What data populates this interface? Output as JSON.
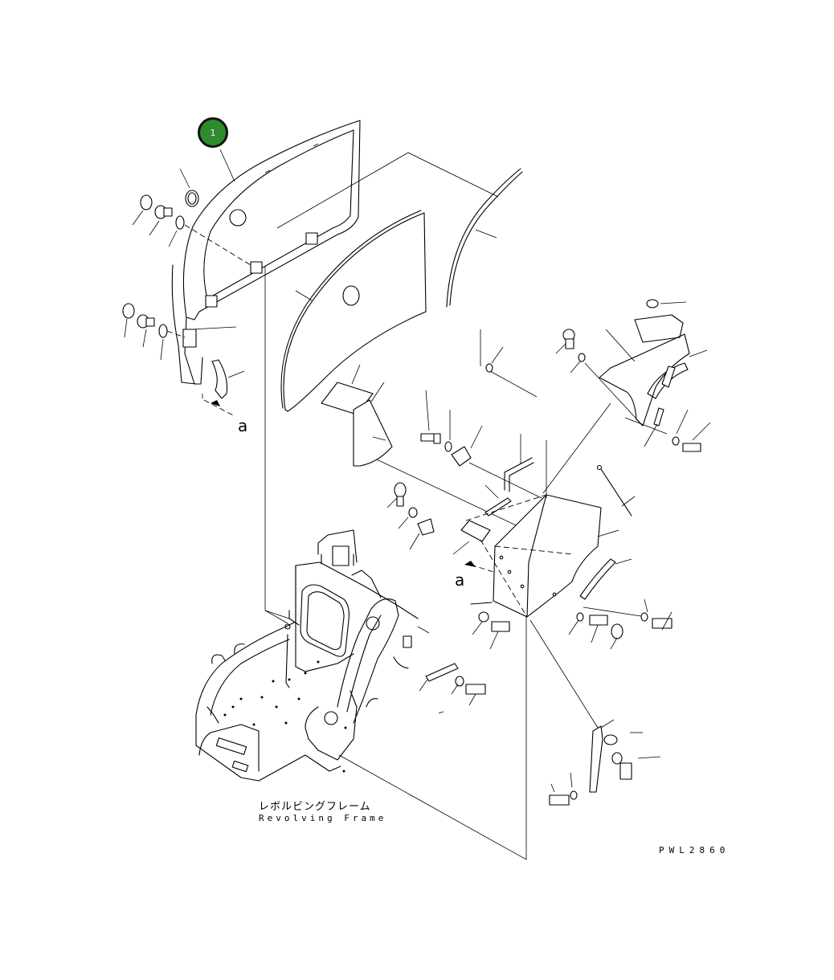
{
  "callouts": [
    {
      "id": "part-1",
      "number": "1",
      "color": "#2e8b2e"
    }
  ],
  "view_letters": [
    "a",
    "a"
  ],
  "frame_caption": {
    "japanese": "レボルビングフレーム",
    "english": "Revolving Frame"
  },
  "drawing_code": "PWL2860"
}
